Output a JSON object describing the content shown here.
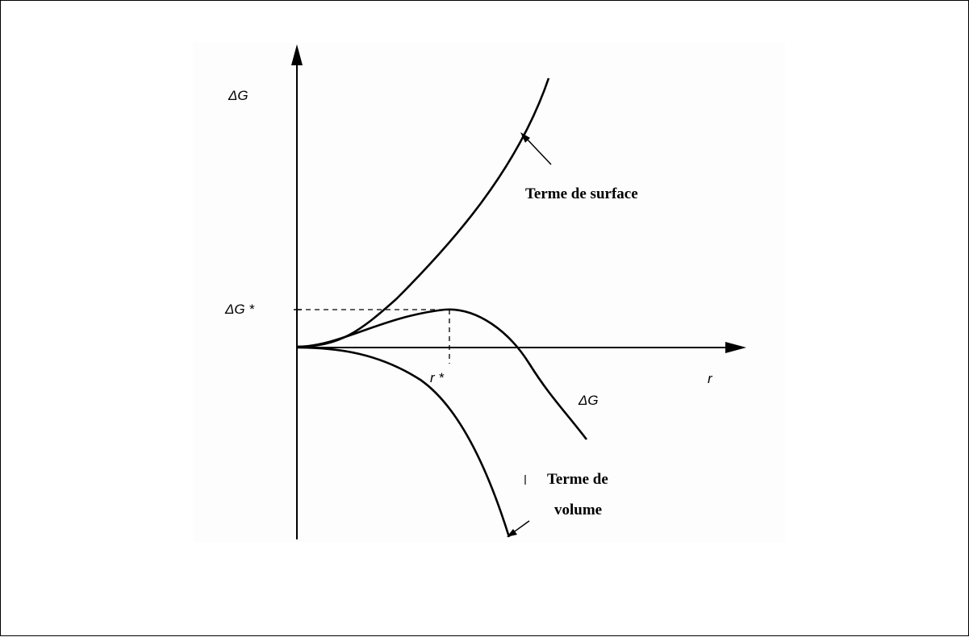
{
  "diagram": {
    "y_axis_label": "ΔG",
    "x_axis_label": "r",
    "critical_energy_label": "ΔG *",
    "critical_radius_label": "r *",
    "curves": {
      "surface": {
        "name": "Terme de surface"
      },
      "volume": {
        "name_line1": "Terme de",
        "name_line2": "volume"
      },
      "total": {
        "name": "ΔG"
      }
    },
    "colors": {
      "ink": "#000000",
      "background": "#ffffff"
    }
  }
}
